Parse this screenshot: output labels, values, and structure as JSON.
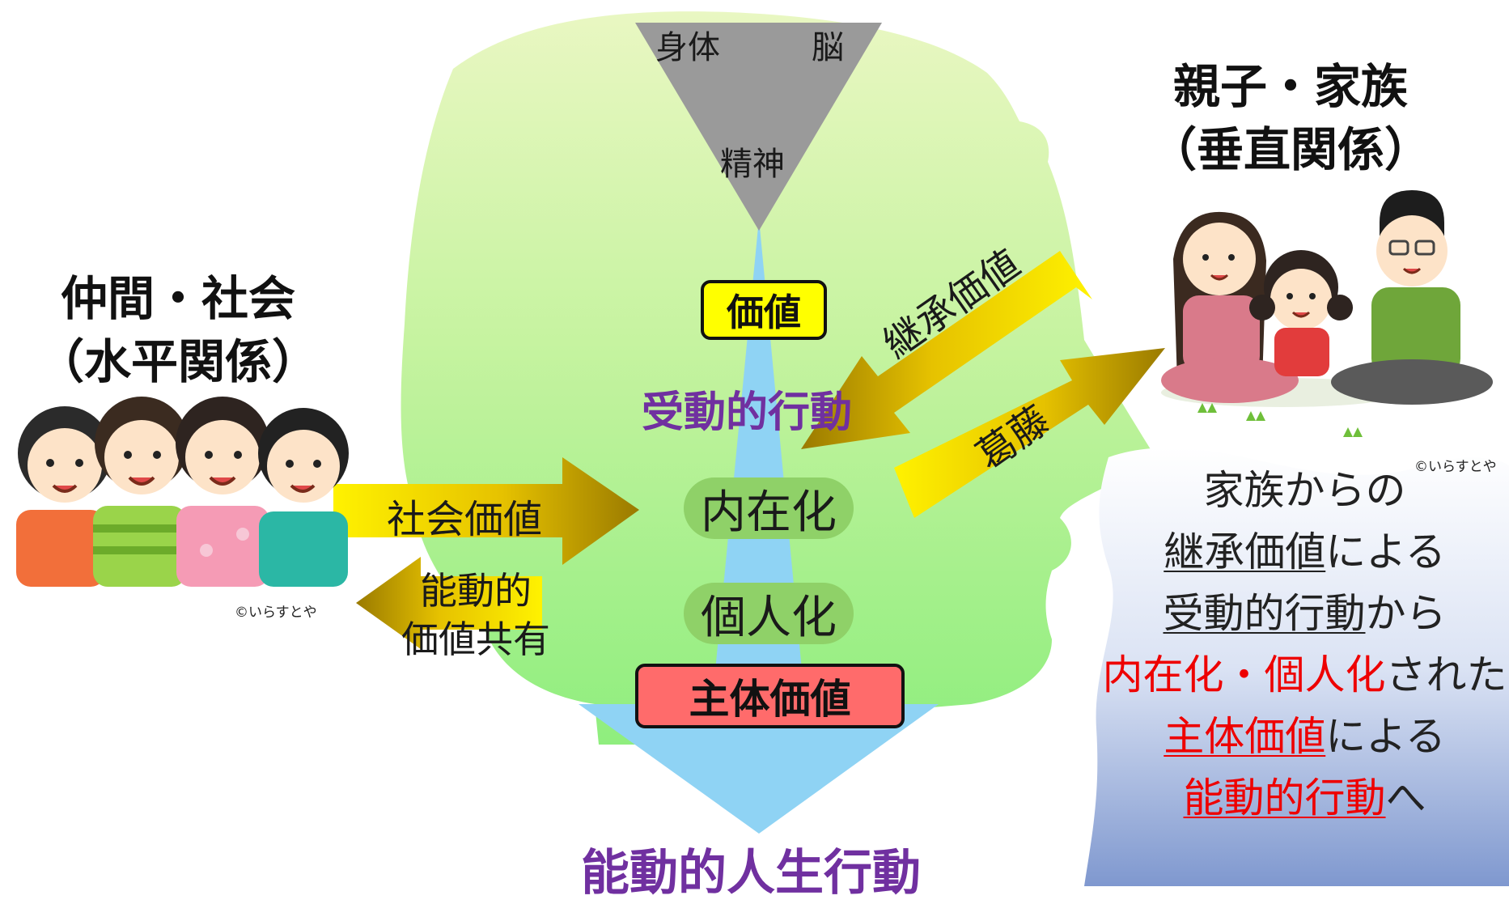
{
  "triangle": {
    "left": "身体",
    "right": "脳",
    "bottom": "精神"
  },
  "center": {
    "value_box": "価値",
    "passive_action": "受動的行動",
    "internalize": "内在化",
    "individualize": "個人化",
    "subject_value": "主体価値",
    "bottom_title": "能動的人生行動"
  },
  "left_group": {
    "title_line1": "仲間・社会",
    "title_line2": "（水平関係）",
    "arrow_in_label": "社会価値",
    "arrow_out_label_line1": "能動的",
    "arrow_out_label_line2": "価値共有",
    "credit": "©いらすとや"
  },
  "right_group": {
    "title_line1": "親子・家族",
    "title_line2": "（垂直関係）",
    "arrow_in_label": "継承価値",
    "arrow_out_label": "葛藤",
    "credit": "©いらすとや"
  },
  "panel": {
    "line1": "家族からの",
    "line2_u": "継承価値",
    "line2_rest": "による",
    "line3_u": "受動的行動",
    "line3_rest": "から",
    "line4_red": "内在化・個人化",
    "line4_rest": "された",
    "line5_u": "主体価値",
    "line5_rest": "による",
    "line6_u": "能動的行動",
    "line6_rest": "へ"
  },
  "colors": {
    "head_green": "#a6ef8a",
    "stream_blue": "#8fd3f4",
    "triangle_gray": "#9a9a9a",
    "value_yellow": "#ffff00",
    "subject_red": "#ff6b6b",
    "purple_text": "#7030a0",
    "gold_arrow": "#d4a900"
  }
}
